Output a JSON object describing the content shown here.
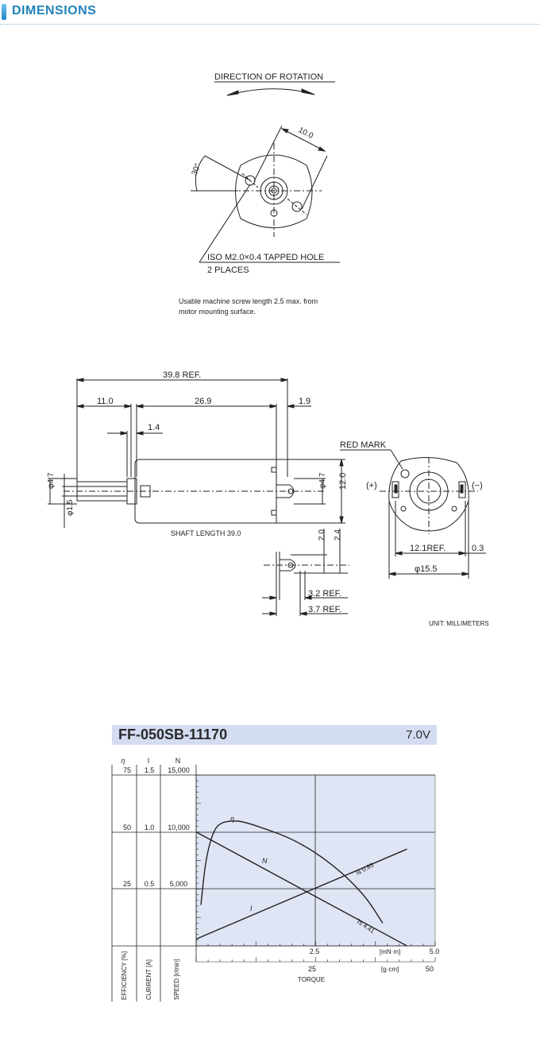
{
  "header": {
    "title": "DIMENSIONS"
  },
  "front_view": {
    "direction_label": "DIRECTION OF ROTATION",
    "dim_10": "10.0",
    "angle_30": "30°",
    "hole_label": "ISO M2.0×0.4 TAPPED HOLE",
    "hole_count": "2 PLACES",
    "note_line1": "Usable machine screw length 2.5 max. from",
    "note_line2": "motor mounting surface."
  },
  "side_view": {
    "overall": "39.8 REF.",
    "shaft_ext": "11.0",
    "body_len": "26.9",
    "end_len": "1.9",
    "collar": "1.4",
    "dia_47": "φ4.7",
    "dia_15": "φ1.5",
    "dia_47b": "φ4.7",
    "height_12": "12.0",
    "shaft_length": "SHAFT LENGTH  39.0",
    "term_20": "2.0",
    "term_24": "2.4",
    "term_32": "3.2 REF.",
    "term_37": "3.7 REF."
  },
  "rear_view": {
    "red_mark": "RED MARK",
    "plus": "(+)",
    "minus": "(−)",
    "dim_121": "12.1REF.",
    "dim_03": "0.3",
    "dim_155": "φ15.5"
  },
  "unit_label": "UNIT: MILLIMETERS",
  "chart_title": {
    "model": "FF-050SB-11170",
    "voltage": "7.0V"
  },
  "chart_data": {
    "type": "line",
    "title": "FF-050SB-11170",
    "voltage": "7.0V",
    "xlabel": "TORQUE",
    "x_unit_top": "[mN·m]",
    "x_unit_bottom": "[g·cm]",
    "xlim_mNm": [
      0,
      5.0
    ],
    "xlim_gcm": [
      0,
      50
    ],
    "x_ticks_mNm": [
      "2.5",
      "5.0"
    ],
    "x_ticks_gcm": [
      "25",
      "50"
    ],
    "grid": true,
    "axes": [
      {
        "symbol": "η",
        "label": "EFFICIENCY [%]",
        "ticks": [
          "75",
          "50",
          "25"
        ],
        "max": 75
      },
      {
        "symbol": "I",
        "label": "CURRENT [A]",
        "ticks": [
          "1.5",
          "1.0",
          "0.5"
        ],
        "max": 1.5
      },
      {
        "symbol": "N",
        "label": "SPEED [r/min]",
        "ticks": [
          "15,000",
          "10,000",
          "5,000"
        ],
        "max": 15000
      }
    ],
    "series": [
      {
        "name": "N",
        "axis": "speed",
        "x": [
          0,
          4.41
        ],
        "y": [
          10000,
          0
        ]
      },
      {
        "name": "I",
        "axis": "current",
        "x": [
          0,
          4.41
        ],
        "y": [
          0.06,
          0.85
        ]
      },
      {
        "name": "η",
        "axis": "efficiency",
        "x": [
          0.1,
          0.2,
          0.35,
          0.5,
          0.75,
          1.0,
          1.5,
          2.0,
          2.5,
          3.0,
          3.3,
          3.6,
          3.9
        ],
        "y": [
          18,
          38,
          50,
          54,
          55,
          54.5,
          51,
          47,
          41,
          33,
          27,
          20,
          10
        ]
      }
    ],
    "annotations": [
      {
        "text": "Is 0.85"
      },
      {
        "text": "Ts 4.41"
      }
    ]
  }
}
